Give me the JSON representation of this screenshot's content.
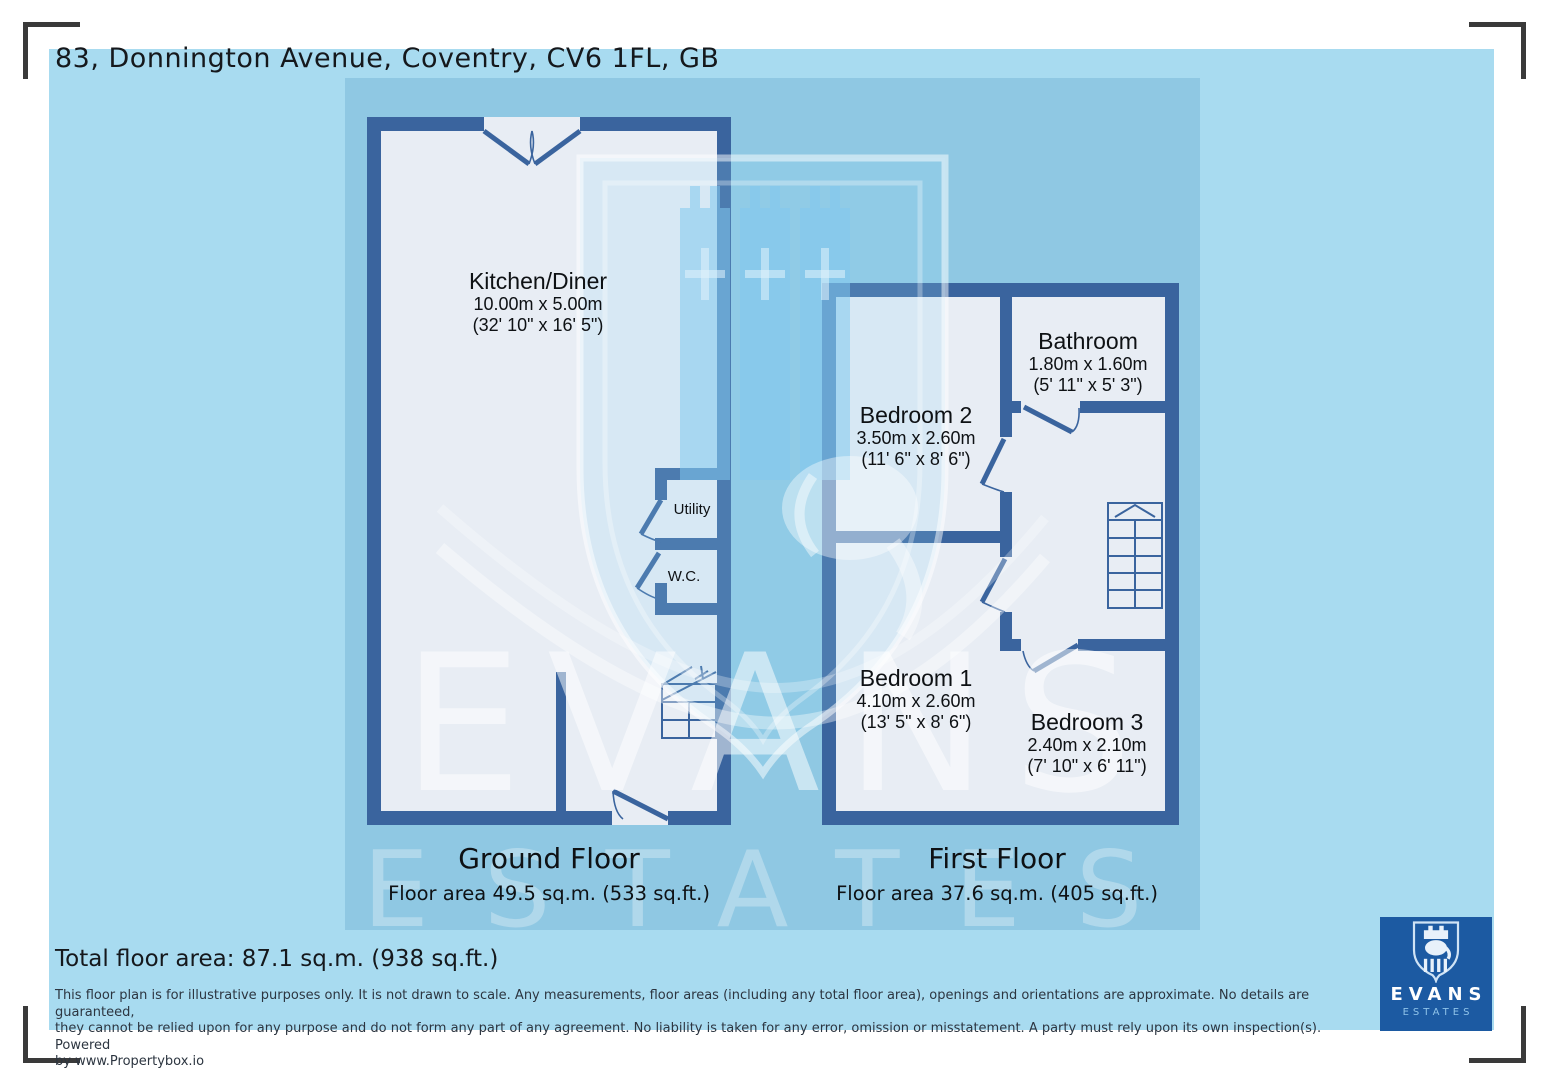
{
  "page": {
    "title": "83, Donnington Avenue, Coventry, CV6 1FL, GB",
    "total_area": "Total floor area: 87.1 sq.m. (938 sq.ft.)",
    "disclaimer_lines": [
      "This floor plan is for illustrative purposes only. It is not drawn to scale. Any measurements, floor areas (including any total floor area), openings and orientations are approximate. No details are guaranteed,",
      "they cannot be relied upon for any purpose and do not form any part of any agreement. No liability is taken for any error, omission or misstatement. A party must rely upon its own inspection(s). Powered",
      "by www.Propertybox.io"
    ]
  },
  "ground_floor": {
    "label": "Ground Floor",
    "area": "Floor area 49.5 sq.m. (533 sq.ft.)",
    "rooms": {
      "kitchen": {
        "name": "Kitchen/Diner",
        "metric": "10.00m x 5.00m",
        "imperial": "(32' 10\" x 16' 5\")"
      },
      "utility": {
        "name": "Utility"
      },
      "wc": {
        "name": "W.C."
      }
    }
  },
  "first_floor": {
    "label": "First Floor",
    "area": "Floor area 37.6 sq.m. (405 sq.ft.)",
    "rooms": {
      "bedroom2": {
        "name": "Bedroom 2",
        "metric": "3.50m x 2.60m",
        "imperial": "(11' 6\" x 8' 6\")"
      },
      "bathroom": {
        "name": "Bathroom",
        "metric": "1.80m x 1.60m",
        "imperial": "(5' 11\" x 5' 3\")"
      },
      "bedroom1": {
        "name": "Bedroom 1",
        "metric": "4.10m x 2.60m",
        "imperial": "(13' 5\" x 8' 6\")"
      },
      "bedroom3": {
        "name": "Bedroom 3",
        "metric": "2.40m x 2.10m",
        "imperial": "(7' 10\" x 6' 11\")"
      }
    }
  },
  "watermark": {
    "name": "EVANS",
    "sub": "ESTATES"
  },
  "logo": {
    "name": "EVANS",
    "sub": "ESTATES"
  },
  "colors": {
    "outer_background": "#a8dbf0",
    "inner_background": "#8fc8e3",
    "wall": "#3a649e",
    "room_fill": "#e8edf4",
    "logo_background": "#1c5aa2",
    "bracket": "#3a3a3a"
  }
}
